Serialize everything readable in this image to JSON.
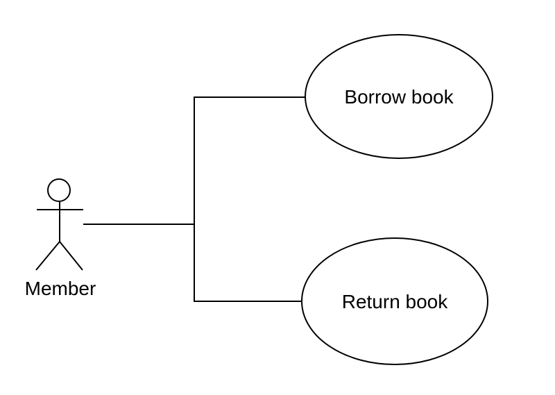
{
  "diagram": {
    "type": "uml-use-case-diagram",
    "colors": {
      "background": "#ffffff",
      "stroke": "#000000",
      "text": "#000000"
    },
    "actor": {
      "label": "Member"
    },
    "use_cases": [
      {
        "label": "Borrow book"
      },
      {
        "label": "Return book"
      }
    ],
    "associations": [
      {
        "from": "Member",
        "to": "Borrow book"
      },
      {
        "from": "Member",
        "to": "Return book"
      }
    ]
  }
}
